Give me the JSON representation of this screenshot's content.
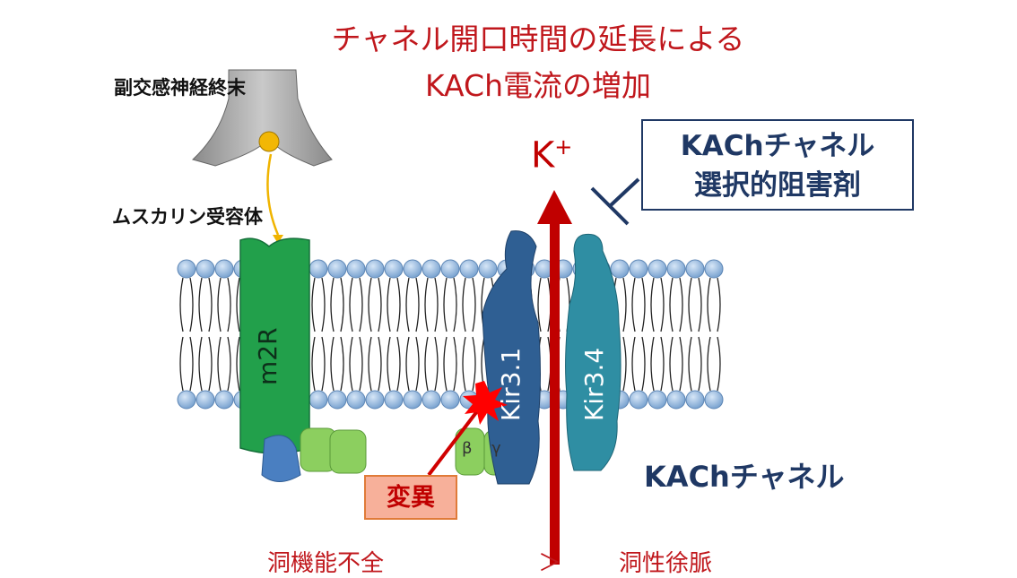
{
  "title": {
    "line1": "チャネル開口時間の延長による",
    "line2": "KACh電流の増加"
  },
  "labels": {
    "nerve_terminal": "副交感神経終末",
    "muscarinic_receptor": "ムスカリン受容体",
    "m2r": "m2R",
    "kir31": "Kir3.1",
    "kir34": "Kir3.4",
    "beta": "β",
    "gamma": "γ",
    "k_ion": "K",
    "k_charge": "+",
    "kach_channel": "KAChチャネル"
  },
  "inhibitor_box": {
    "line1": "KAChチャネル",
    "line2": "選択的阻害剤"
  },
  "mutation_label": "変異",
  "bottom": {
    "left": "洞機能不全",
    "symbol": "＞",
    "right": "洞性徐脈"
  },
  "colors": {
    "title_red": "#c0171c",
    "navy": "#1f3864",
    "m2r_green": "#22a04b",
    "kir31_blue": "#2f5f93",
    "kir34_teal": "#2f8ea3",
    "arrow_red": "#c00000"
  }
}
